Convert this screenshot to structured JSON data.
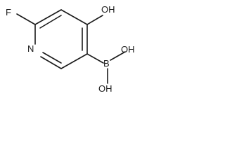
{
  "molecule": {
    "atoms": {
      "fluorine": "F",
      "hydroxyl_top": "OH",
      "nitrogen": "N",
      "boron": "B",
      "boronic_oh_right": "OH",
      "boronic_oh_bottom": "OH"
    }
  }
}
